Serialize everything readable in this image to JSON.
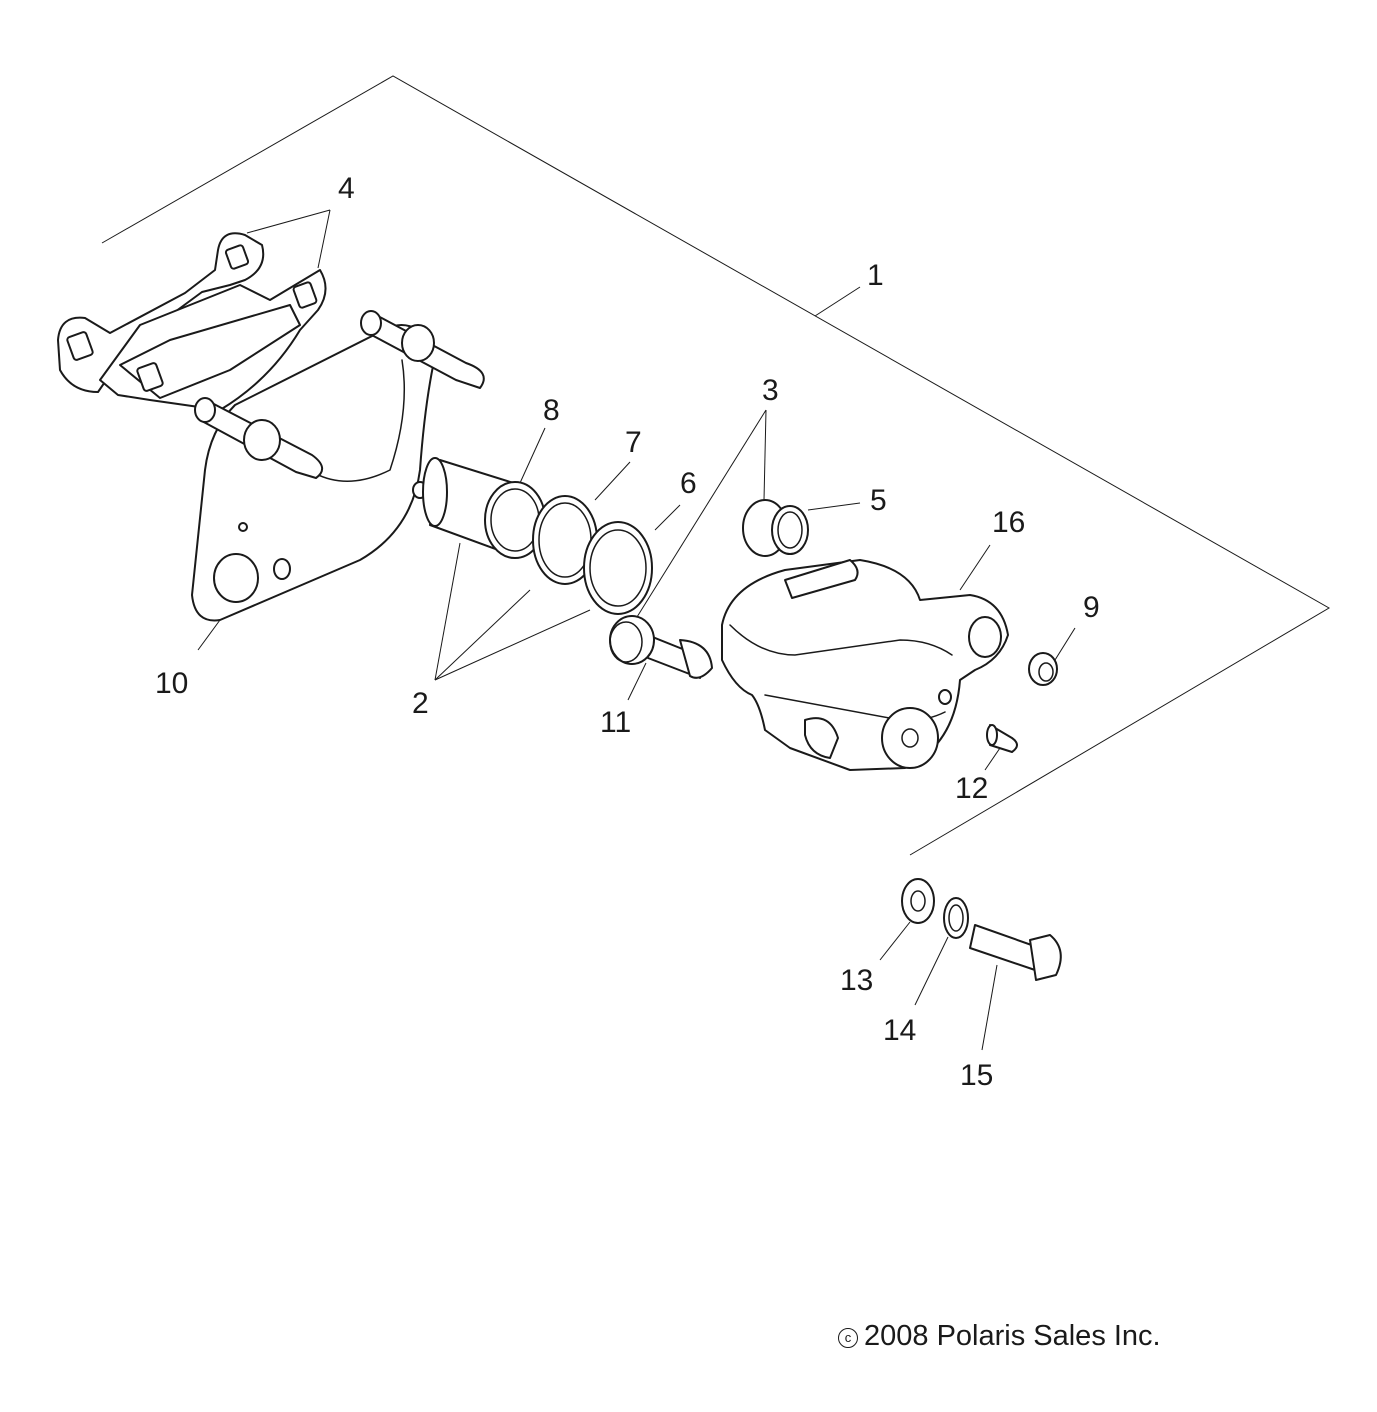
{
  "callouts": {
    "c1": "1",
    "c2": "2",
    "c3": "3",
    "c4": "4",
    "c5": "5",
    "c6": "6",
    "c7": "7",
    "c8": "8",
    "c9": "9",
    "c10": "10",
    "c11": "11",
    "c12": "12",
    "c13": "13",
    "c14": "14",
    "c15": "15",
    "c16": "16"
  },
  "copyright": {
    "symbol": "c",
    "text": "2008 Polaris Sales Inc."
  }
}
